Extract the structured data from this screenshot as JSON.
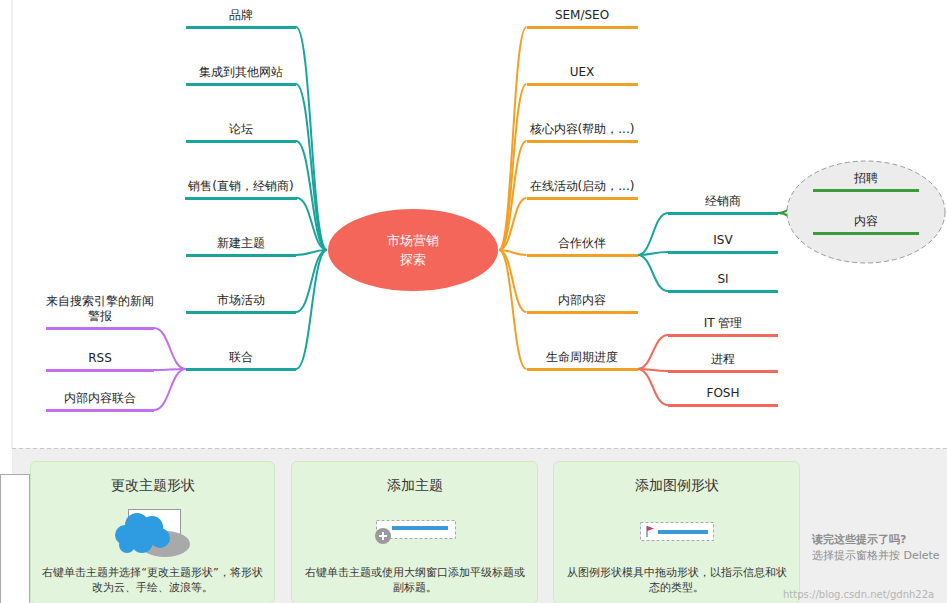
{
  "diagram": {
    "nodes": [
      {
        "text": [
          "市场营销 探索"
        ]
      },
      {
        "text": [
          "品牌"
        ]
      },
      {
        "text": [
          "集成到其他网站"
        ]
      },
      {
        "text": [
          "论坛"
        ]
      },
      {
        "text": [
          "销售(直销，经销商)"
        ]
      },
      {
        "text": [
          "新建主题"
        ]
      },
      {
        "text": [
          "市场活动"
        ]
      },
      {
        "text": [
          "联合"
        ]
      },
      {
        "text": [
          "来自搜索引擎的新闻警报"
        ]
      },
      {
        "text": [
          "RSS"
        ]
      },
      {
        "text": [
          "内部内容联合"
        ]
      },
      {
        "text": [
          "SEM/SEO"
        ]
      },
      {
        "text": [
          "UEX"
        ]
      },
      {
        "text": [
          "核心内容(帮助，...)"
        ]
      },
      {
        "text": [
          "在线活动(启动，...)"
        ]
      },
      {
        "text": [
          "合作伙伴"
        ]
      },
      {
        "text": [
          "经销商"
        ]
      },
      {
        "text": []
      },
      {
        "text": [
          "招聘"
        ],
        "in": 17
      },
      {
        "text": [
          "内容"
        ],
        "in": 17
      },
      {
        "text": [
          "ISV"
        ]
      },
      {
        "text": [
          "SI"
        ]
      },
      {
        "text": [
          "内部内容"
        ]
      },
      {
        "text": [
          "生命周期进度"
        ]
      },
      {
        "text": [
          "IT 管理"
        ]
      },
      {
        "text": [
          "进程"
        ]
      },
      {
        "text": [
          "FOSH"
        ]
      },
      {
        "text": [
          "更改主题形状",
          "右键单击主题并选择“更改主题形状”，将形状改为云、手绘、波浪等。"
        ]
      },
      {
        "text": [
          "添加主题",
          "右键单击主题或使用大纲窗口添加平级标题或副标题。"
        ]
      },
      {
        "text": [
          "添加图例形状",
          "从图例形状模具中拖动形状，以指示信息和状态的类型。"
        ]
      }
    ],
    "edges": [
      {
        "from": 0,
        "to": 1,
        "arrow": "none"
      },
      {
        "from": 0,
        "to": 2,
        "arrow": "none"
      },
      {
        "from": 0,
        "to": 3,
        "arrow": "none"
      },
      {
        "from": 0,
        "to": 4,
        "arrow": "none"
      },
      {
        "from": 0,
        "to": 5,
        "arrow": "none"
      },
      {
        "from": 0,
        "to": 6,
        "arrow": "none"
      },
      {
        "from": 0,
        "to": 7,
        "arrow": "none"
      },
      {
        "from": 7,
        "to": 8,
        "arrow": "none"
      },
      {
        "from": 7,
        "to": 9,
        "arrow": "none"
      },
      {
        "from": 7,
        "to": 10,
        "arrow": "none"
      },
      {
        "from": 0,
        "to": 11,
        "arrow": "none"
      },
      {
        "from": 0,
        "to": 12,
        "arrow": "none"
      },
      {
        "from": 0,
        "to": 13,
        "arrow": "none"
      },
      {
        "from": 0,
        "to": 14,
        "arrow": "none"
      },
      {
        "from": 0,
        "to": 15,
        "arrow": "none"
      },
      {
        "from": 15,
        "to": 16,
        "arrow": "none"
      },
      {
        "from": 16,
        "to": 18,
        "arrow": "none"
      },
      {
        "from": 16,
        "to": 19,
        "arrow": "none"
      },
      {
        "from": 15,
        "to": 20,
        "arrow": "none"
      },
      {
        "from": 15,
        "to": 21,
        "arrow": "none"
      },
      {
        "from": 0,
        "to": 22,
        "arrow": "none"
      },
      {
        "from": 0,
        "to": 23,
        "arrow": "none"
      },
      {
        "from": 23,
        "to": 24,
        "arrow": "none"
      },
      {
        "from": 23,
        "to": 25,
        "arrow": "none"
      },
      {
        "from": 23,
        "to": 26,
        "arrow": "none"
      }
    ],
    "labels": [
      "读完这些提示了吗?",
      "选择提示窗格并按 Delete",
      "https://blog.csdn.net/gdnh22a"
    ]
  }
}
